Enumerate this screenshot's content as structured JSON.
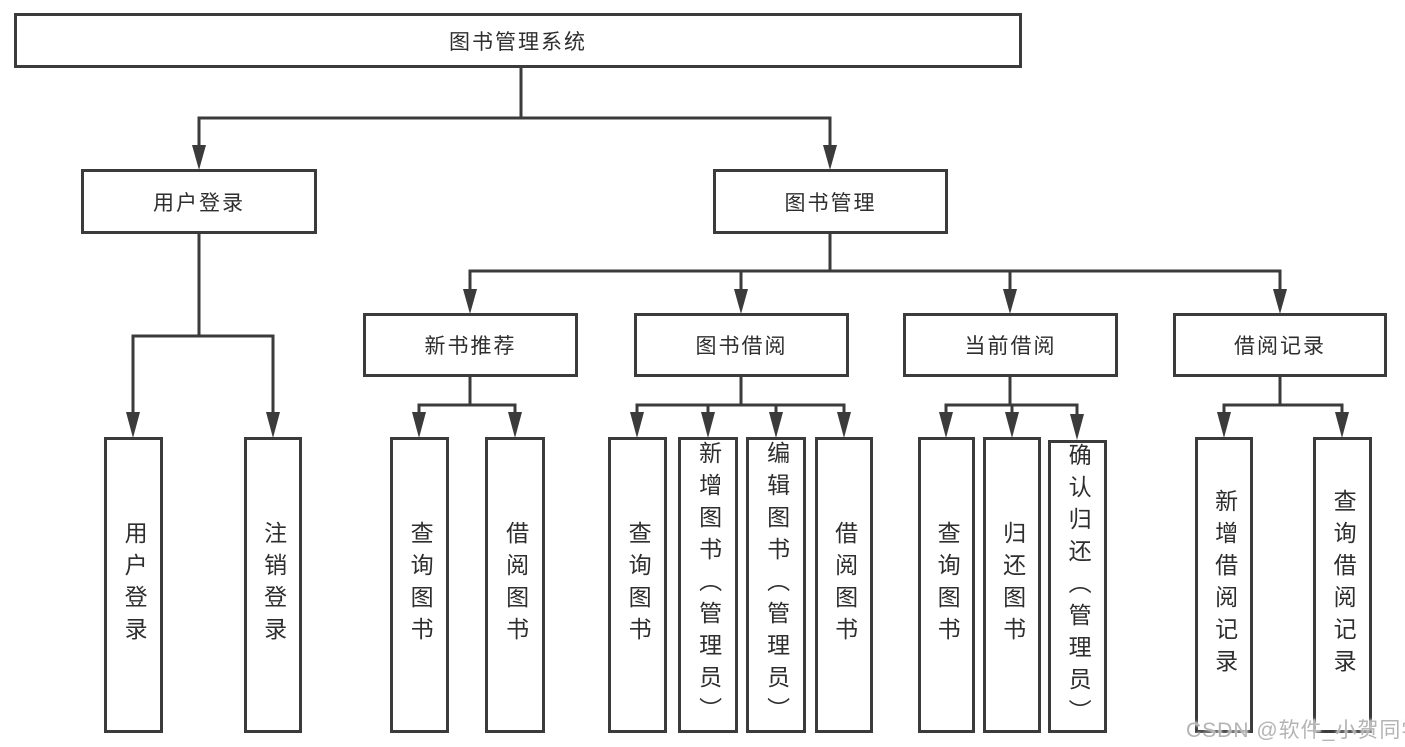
{
  "hierarchy": {
    "root": "图书管理系统",
    "children": [
      {
        "label": "用户登录",
        "children": [
          {
            "label": "用户登录"
          },
          {
            "label": "注销登录"
          }
        ]
      },
      {
        "label": "图书管理",
        "children": [
          {
            "label": "新书推荐",
            "children": [
              {
                "label": "查询图书"
              },
              {
                "label": "借阅图书"
              }
            ]
          },
          {
            "label": "图书借阅",
            "children": [
              {
                "label": "查询图书"
              },
              {
                "label": "新增图书（管理员）"
              },
              {
                "label": "编辑图书（管理员）"
              },
              {
                "label": "借阅图书"
              }
            ]
          },
          {
            "label": "当前借阅",
            "children": [
              {
                "label": "查询图书"
              },
              {
                "label": "归还图书"
              },
              {
                "label": "确认归还（管理员）"
              }
            ]
          },
          {
            "label": "借阅记录",
            "children": [
              {
                "label": "新增借阅记录"
              },
              {
                "label": "查询借阅记录"
              }
            ]
          }
        ]
      }
    ]
  },
  "watermark": {
    "text": "CSDN @软件_小贺同学"
  },
  "colors": {
    "line": "#3b3b3b",
    "text": "#2e2e2e",
    "background": "#ffffff",
    "watermark": "#b4b4b4"
  }
}
